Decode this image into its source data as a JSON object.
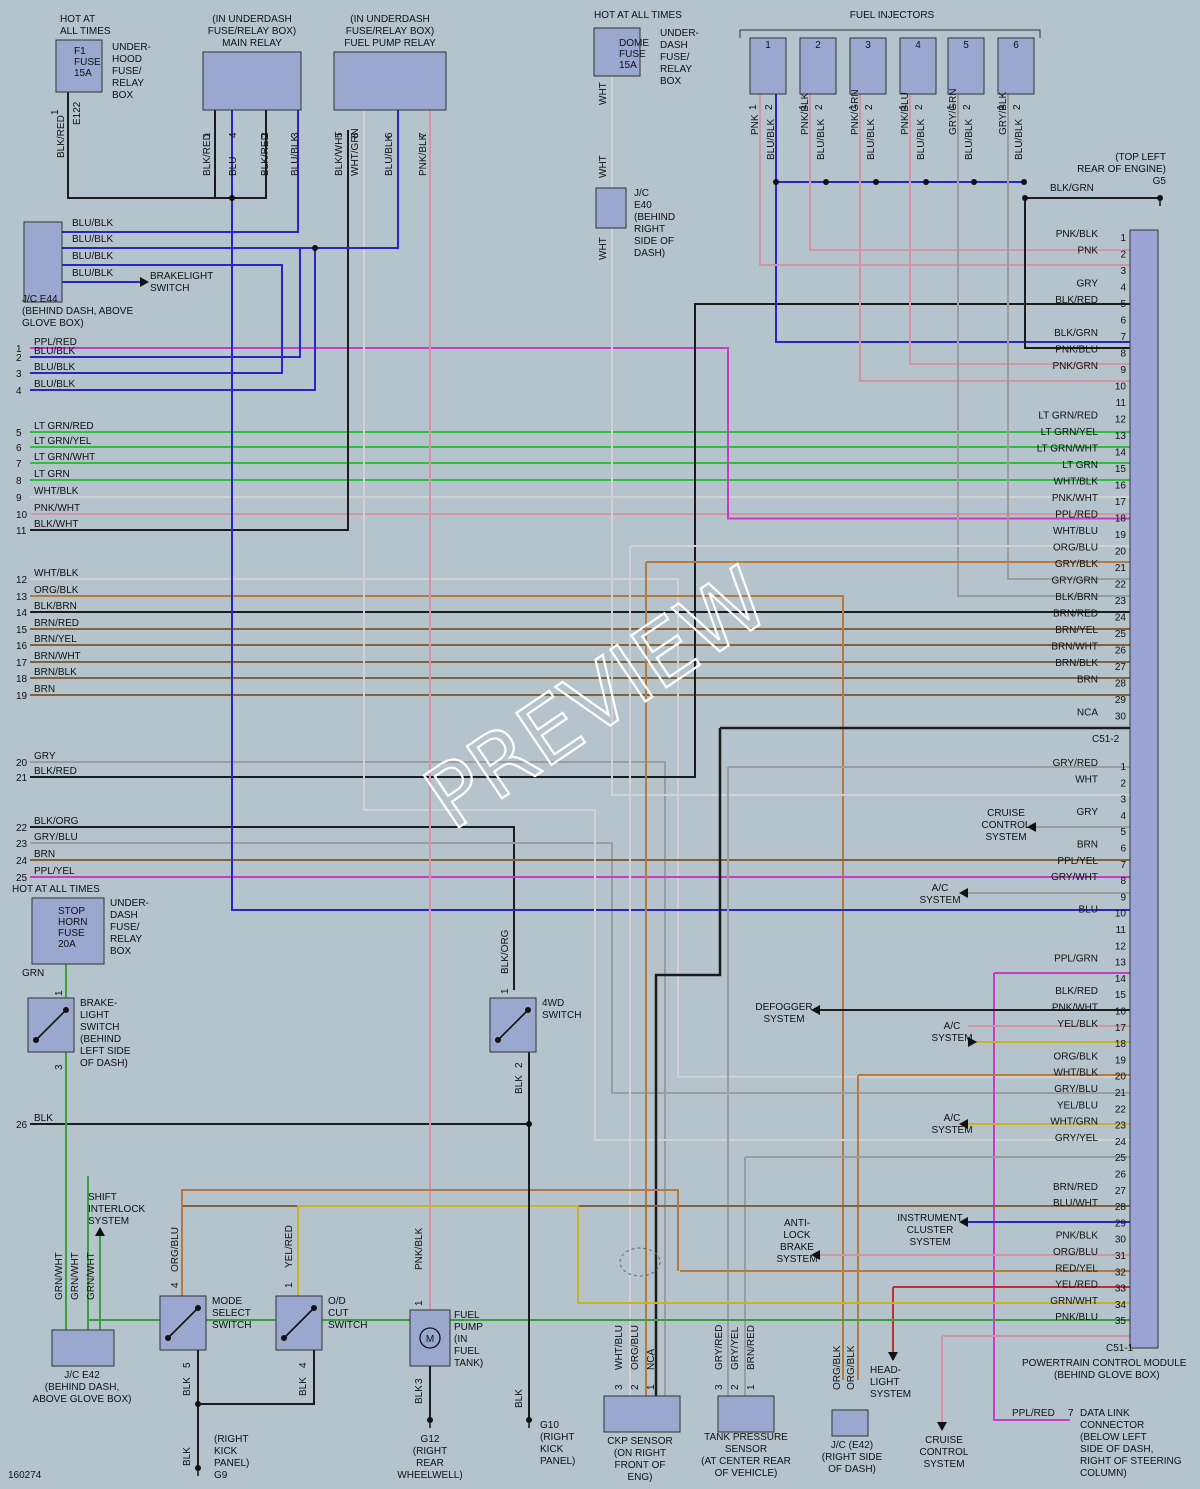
{
  "diagram_id": "160274",
  "watermark": "PREVIEW",
  "pcm": {
    "label": "POWERTRAIN CONTROL MODULE",
    "location": "(BEHIND GLOVE BOX)",
    "connector_1": "C51-1",
    "connector_2": "C51-2",
    "c51_1_pins": [
      {
        "pin": "1",
        "wire": "PNK/BLK"
      },
      {
        "pin": "2",
        "wire": "PNK"
      },
      {
        "pin": "3",
        "wire": ""
      },
      {
        "pin": "4",
        "wire": "GRY"
      },
      {
        "pin": "5",
        "wire": "BLK/RED"
      },
      {
        "pin": "6",
        "wire": ""
      },
      {
        "pin": "7",
        "wire": "BLK/GRN"
      },
      {
        "pin": "8",
        "wire": "PNK/BLU"
      },
      {
        "pin": "9",
        "wire": "PNK/GRN"
      },
      {
        "pin": "10",
        "wire": ""
      },
      {
        "pin": "11",
        "wire": ""
      },
      {
        "pin": "12",
        "wire": "LT GRN/RED"
      },
      {
        "pin": "13",
        "wire": "LT GRN/YEL"
      },
      {
        "pin": "14",
        "wire": "LT GRN/WHT"
      },
      {
        "pin": "15",
        "wire": "LT GRN"
      },
      {
        "pin": "16",
        "wire": "WHT/BLK"
      },
      {
        "pin": "17",
        "wire": "PNK/WHT"
      },
      {
        "pin": "18",
        "wire": "PPL/RED"
      },
      {
        "pin": "19",
        "wire": "WHT/BLU"
      },
      {
        "pin": "20",
        "wire": "ORG/BLU"
      },
      {
        "pin": "21",
        "wire": "GRY/BLK"
      },
      {
        "pin": "22",
        "wire": "GRY/GRN"
      },
      {
        "pin": "23",
        "wire": "BLK/BRN"
      },
      {
        "pin": "24",
        "wire": "BRN/RED"
      },
      {
        "pin": "25",
        "wire": "BRN/YEL"
      },
      {
        "pin": "26",
        "wire": "BRN/WHT"
      },
      {
        "pin": "27",
        "wire": "BRN/BLK"
      },
      {
        "pin": "28",
        "wire": "BRN"
      },
      {
        "pin": "29",
        "wire": ""
      },
      {
        "pin": "30",
        "wire": "NCA"
      }
    ],
    "c51_2_pins": [
      {
        "pin": "1",
        "wire": "GRY/RED"
      },
      {
        "pin": "2",
        "wire": "WHT"
      },
      {
        "pin": "3",
        "wire": ""
      },
      {
        "pin": "4",
        "wire": "GRY"
      },
      {
        "pin": "5",
        "wire": ""
      },
      {
        "pin": "6",
        "wire": "BRN"
      },
      {
        "pin": "7",
        "wire": "PPL/YEL"
      },
      {
        "pin": "8",
        "wire": "GRY/WHT"
      },
      {
        "pin": "9",
        "wire": ""
      },
      {
        "pin": "10",
        "wire": "BLU"
      },
      {
        "pin": "11",
        "wire": ""
      },
      {
        "pin": "12",
        "wire": ""
      },
      {
        "pin": "13",
        "wire": "PPL/GRN"
      },
      {
        "pin": "14",
        "wire": ""
      },
      {
        "pin": "15",
        "wire": "BLK/RED"
      },
      {
        "pin": "16",
        "wire": "PNK/WHT"
      },
      {
        "pin": "17",
        "wire": "YEL/BLK"
      },
      {
        "pin": "18",
        "wire": ""
      },
      {
        "pin": "19",
        "wire": "ORG/BLK"
      },
      {
        "pin": "20",
        "wire": "WHT/BLK"
      },
      {
        "pin": "21",
        "wire": "GRY/BLU"
      },
      {
        "pin": "22",
        "wire": "YEL/BLU"
      },
      {
        "pin": "23",
        "wire": "WHT/GRN"
      },
      {
        "pin": "24",
        "wire": "GRY/YEL"
      },
      {
        "pin": "25",
        "wire": ""
      },
      {
        "pin": "26",
        "wire": ""
      },
      {
        "pin": "27",
        "wire": "BRN/RED"
      },
      {
        "pin": "28",
        "wire": "BLU/WHT"
      },
      {
        "pin": "29",
        "wire": ""
      },
      {
        "pin": "30",
        "wire": "PNK/BLK"
      },
      {
        "pin": "31",
        "wire": "ORG/BLU"
      },
      {
        "pin": "32",
        "wire": "RED/YEL"
      },
      {
        "pin": "33",
        "wire": "YEL/RED"
      },
      {
        "pin": "34",
        "wire": "GRN/WHT"
      },
      {
        "pin": "35",
        "wire": "PNK/BLU"
      }
    ]
  },
  "left_wires": [
    {
      "num": "1",
      "wire": "PPL/RED"
    },
    {
      "num": "2",
      "wire": "BLU/BLK"
    },
    {
      "num": "3",
      "wire": "BLU/BLK"
    },
    {
      "num": "4",
      "wire": "BLU/BLK"
    },
    {
      "num": "5",
      "wire": "LT GRN/RED"
    },
    {
      "num": "6",
      "wire": "LT GRN/YEL"
    },
    {
      "num": "7",
      "wire": "LT GRN/WHT"
    },
    {
      "num": "8",
      "wire": "LT GRN"
    },
    {
      "num": "9",
      "wire": "WHT/BLK"
    },
    {
      "num": "10",
      "wire": "PNK/WHT"
    },
    {
      "num": "11",
      "wire": "BLK/WHT"
    },
    {
      "num": "12",
      "wire": "WHT/BLK"
    },
    {
      "num": "13",
      "wire": "ORG/BLK"
    },
    {
      "num": "14",
      "wire": "BLK/BRN"
    },
    {
      "num": "15",
      "wire": "BRN/RED"
    },
    {
      "num": "16",
      "wire": "BRN/YEL"
    },
    {
      "num": "17",
      "wire": "BRN/WHT"
    },
    {
      "num": "18",
      "wire": "BRN/BLK"
    },
    {
      "num": "19",
      "wire": "BRN"
    },
    {
      "num": "20",
      "wire": "GRY"
    },
    {
      "num": "21",
      "wire": "BLK/RED"
    },
    {
      "num": "22",
      "wire": "BLK/ORG"
    },
    {
      "num": "23",
      "wire": "GRY/BLU"
    },
    {
      "num": "24",
      "wire": "BRN"
    },
    {
      "num": "25",
      "wire": "PPL/YEL"
    },
    {
      "num": "26",
      "wire": "BLK"
    }
  ],
  "components": {
    "fuse_f1": {
      "header": [
        "HOT AT",
        "ALL TIMES"
      ],
      "name": [
        "F1",
        "FUSE",
        "15A"
      ],
      "desc": [
        "UNDER-",
        "HOOD",
        "FUSE/",
        "RELAY",
        "BOX"
      ],
      "pin": "1",
      "conn": "E122",
      "wire": "BLK/RED"
    },
    "main_relay": {
      "header": [
        "(IN UNDERDASH",
        "FUSE/RELAY BOX)",
        "MAIN RELAY"
      ],
      "pins": [
        {
          "pin": "1",
          "wire": "BLK/RED"
        },
        {
          "pin": "4",
          "wire": "BLU"
        },
        {
          "pin": "2",
          "wire": "BLK/RED"
        },
        {
          "pin": "3",
          "wire": "BLU/BLK"
        }
      ]
    },
    "fuel_pump_relay": {
      "header": [
        "(IN UNDERDASH",
        "FUSE/RELAY BOX)",
        "FUEL PUMP RELAY"
      ],
      "pins": [
        {
          "pin": "5",
          "wire": "BLK/WHT"
        },
        {
          "pin": "8",
          "wire": "WHT/GRN"
        },
        {
          "pin": "6",
          "wire": "BLU/BLK"
        },
        {
          "pin": "7",
          "wire": "PNK/BLK"
        }
      ]
    },
    "dome_fuse": {
      "header": "HOT AT ALL TIMES",
      "name": [
        "DOME",
        "FUSE",
        "15A"
      ],
      "desc": [
        "UNDER-",
        "DASH",
        "FUSE/",
        "RELAY",
        "BOX"
      ],
      "wire": "WHT"
    },
    "jc_e40": {
      "name": [
        "J/C",
        "E40",
        "(BEHIND",
        "RIGHT",
        "SIDE OF",
        "DASH)"
      ],
      "wire": "WHT"
    },
    "fuel_injectors": {
      "header": "FUEL INJECTORS",
      "numbers": [
        "1",
        "2",
        "3",
        "4",
        "5",
        "6"
      ],
      "wires": [
        [
          "PNK",
          "BLU/BLK"
        ],
        [
          "PNK/BLK",
          "BLU/BLK"
        ],
        [
          "PNK/GRN",
          "BLU/BLK"
        ],
        [
          "PNK/BLU",
          "BLU/BLK"
        ],
        [
          "GRY/GRN",
          "BLU/BLK"
        ],
        [
          "GRY/BLK",
          "BLU/BLK"
        ]
      ]
    },
    "ground_g5": {
      "desc": [
        "(TOP LEFT",
        "REAR OF ENGINE)",
        "G5"
      ],
      "wire": "BLK/GRN"
    },
    "jc_e44": {
      "desc": [
        "J/C E44",
        "(BEHIND DASH, ABOVE",
        "GLOVE BOX)"
      ],
      "wires": [
        "BLU/BLK",
        "BLU/BLK",
        "BLU/BLK",
        "BLU/BLK"
      ],
      "brakelight": [
        "BRAKELIGHT",
        "SWITCH"
      ]
    },
    "stop_horn_fuse": {
      "header": "HOT AT ALL TIMES",
      "name": [
        "STOP",
        "HORN",
        "FUSE",
        "20A"
      ],
      "desc": [
        "UNDER-",
        "DASH",
        "FUSE/",
        "RELAY",
        "BOX"
      ],
      "wire": "GRN"
    },
    "brakelight_switch": {
      "desc": [
        "BRAKE-",
        "LIGHT",
        "SWITCH",
        "(BEHIND",
        "LEFT SIDE",
        "OF DASH)"
      ],
      "pins": [
        "1",
        "3"
      ]
    },
    "shift_interlock": {
      "desc": [
        "SHIFT",
        "INTERLOCK",
        "SYSTEM"
      ]
    },
    "jc_e42_left": {
      "desc": [
        "J/C E42",
        "(BEHIND DASH,",
        "ABOVE GLOVE BOX)"
      ],
      "wires": [
        "GRN/WHT",
        "GRN/WHT",
        "GRN/WHT"
      ]
    },
    "mode_select": {
      "desc": [
        "MODE",
        "SELECT",
        "SWITCH"
      ],
      "pins": [
        {
          "pin": "4",
          "wire": "ORG/BLU"
        },
        {
          "pin": "5",
          "wire": "BLK"
        }
      ]
    },
    "od_cut": {
      "desc": [
        "O/D",
        "CUT",
        "SWITCH"
      ],
      "pins": [
        {
          "pin": "1",
          "wire": "YEL/RED"
        },
        {
          "pin": "4",
          "wire": "BLK"
        }
      ]
    },
    "ground_g9": {
      "desc": [
        "(RIGHT",
        "KICK",
        "PANEL)",
        "G9"
      ],
      "wire": "BLK"
    },
    "fuel_pump": {
      "desc": [
        "FUEL",
        "PUMP",
        "(IN",
        "FUEL",
        "TANK)"
      ],
      "pins": [
        {
          "pin": "1",
          "wire": "PNK/BLK"
        },
        {
          "pin": "3",
          "wire": "BLK"
        }
      ],
      "symbol": "M"
    },
    "ground_g12": {
      "desc": [
        "G12",
        "(RIGHT",
        "REAR",
        "WHEELWELL)"
      ]
    },
    "ground_g10": {
      "desc": [
        "G10",
        "(RIGHT",
        "KICK",
        "PANEL)"
      ],
      "wire": "BLK"
    },
    "fourwd_switch": {
      "desc": [
        "4WD",
        "SWITCH"
      ],
      "pins": [
        {
          "pin": "1",
          "wire": "BLK/ORG"
        },
        {
          "pin": "2",
          "wire": "BLK"
        }
      ]
    },
    "ckp_sensor": {
      "desc": [
        "CKP SENSOR",
        "(ON RIGHT",
        "FRONT OF",
        "ENG)"
      ],
      "pins": [
        {
          "pin": "3",
          "wire": "WHT/BLU"
        },
        {
          "pin": "2",
          "wire": "ORG/BLU"
        },
        {
          "pin": "1",
          "wire": "NCA"
        }
      ]
    },
    "tank_pressure": {
      "desc": [
        "TANK PRESSURE",
        "SENSOR",
        "(AT CENTER REAR",
        "OF VEHICLE)"
      ],
      "pins": [
        {
          "pin": "3",
          "wire": "GRY/RED"
        },
        {
          "pin": "2",
          "wire": "GRY/YEL"
        },
        {
          "pin": "1",
          "wire": "BRN/RED"
        }
      ]
    },
    "jc_e42_right": {
      "desc": [
        "J/C (E42)",
        "(RIGHT SIDE",
        "OF DASH)"
      ],
      "wires": [
        "ORG/BLK",
        "ORG/BLK"
      ]
    },
    "headlight": {
      "desc": [
        "HEAD-",
        "LIGHT",
        "SYSTEM"
      ]
    },
    "cruise_bottom": {
      "desc": [
        "CRUISE",
        "CONTROL",
        "SYSTEM"
      ]
    },
    "data_link": {
      "desc": [
        "DATA LINK",
        "CONNECTOR",
        "(BELOW LEFT",
        "SIDE OF DASH,",
        "RIGHT OF STEERING",
        "COLUMN)"
      ],
      "pin": "7",
      "wire": "PPL/RED"
    },
    "cruise_right": {
      "desc": [
        "CRUISE",
        "CONTROL",
        "SYSTEM"
      ]
    },
    "ac_system": {
      "desc": [
        "A/C",
        "SYSTEM"
      ]
    },
    "defogger": {
      "desc": [
        "DEFOGGER",
        "SYSTEM"
      ]
    },
    "antilock": {
      "desc": [
        "ANTI-",
        "LOCK",
        "BRAKE",
        "SYSTEM"
      ]
    },
    "instrument_cluster": {
      "desc": [
        "INSTRUMENT",
        "CLUSTER",
        "SYSTEM"
      ]
    }
  },
  "colors": {
    "background": "#b4c3cc",
    "box": "#9aa8cf",
    "pcm_box": "#9ba3d6",
    "ppl": "#c83ac8",
    "blu": "#2727c8",
    "ltgrn": "#2fbf3f",
    "wht": "#d2d2d2",
    "pnk": "#d494a4",
    "blk": "#1c1c1c",
    "brn": "#846238",
    "org": "#b87a3c",
    "gry": "#9c9c9c",
    "grn": "#3aa03a",
    "red": "#c03030",
    "yel": "#c8b22a"
  }
}
